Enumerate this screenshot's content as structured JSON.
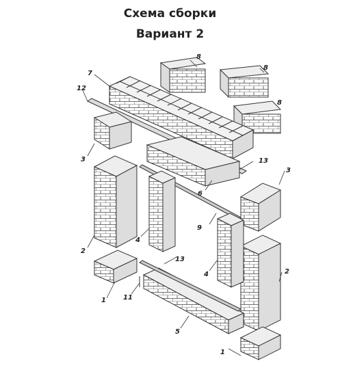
{
  "title": "Схема сборки",
  "subtitle": "Вариант 2",
  "labels": {
    "l1a": "1",
    "l1b": "1",
    "l2a": "2",
    "l2b": "2",
    "l3a": "3",
    "l3b": "3",
    "l4a": "4",
    "l4b": "4",
    "l5": "5",
    "l6": "6",
    "l7": "7",
    "l8a": "8",
    "l8b": "8",
    "l8c": "8",
    "l9": "9",
    "l11": "11",
    "l12": "12",
    "l13a": "13",
    "l13b": "13"
  }
}
